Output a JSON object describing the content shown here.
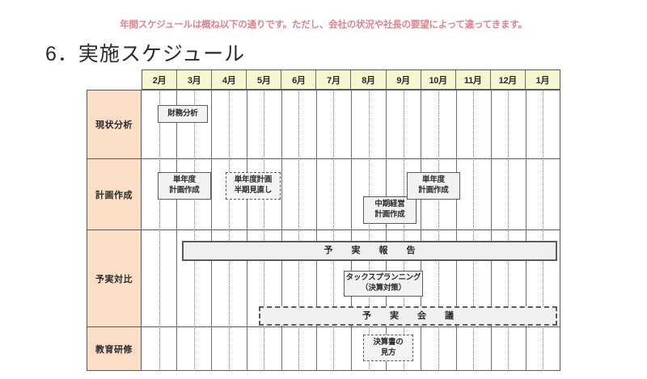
{
  "subtitle": "年間スケジュールは概ね以下の通りです。ただし、会社の状況や社長の要望によって違ってきます。",
  "title": "6．実施スケジュール",
  "months": [
    "2月",
    "3月",
    "4月",
    "5月",
    "6月",
    "7月",
    "8月",
    "9月",
    "10月",
    "11月",
    "12月",
    "1月"
  ],
  "rows": [
    {
      "label": "現状分析"
    },
    {
      "label": "計画作成"
    },
    {
      "label": "予実対比"
    },
    {
      "label": "教育研修"
    }
  ],
  "tasks": [
    {
      "id": "zaimu-bunseki",
      "line1": "財務分析",
      "line2": "",
      "style": "solid"
    },
    {
      "id": "tannendo-keikaku",
      "line1": "単年度",
      "line2": "計画作成",
      "style": "solid"
    },
    {
      "id": "hanki-minaoshi",
      "line1": "単年度計画",
      "line2": "半期見直し",
      "style": "dashed"
    },
    {
      "id": "chuki-keiei",
      "line1": "中期経営",
      "line2": "計画作成",
      "style": "solid"
    },
    {
      "id": "tannendo-aki",
      "line1": "単年度",
      "line2": "計画作成",
      "style": "solid"
    },
    {
      "id": "yojitsu-hokoku",
      "line1": "予　実　報　告",
      "line2": "",
      "style": "solid-bar"
    },
    {
      "id": "tax-planning",
      "line1": "タックスプランニング",
      "line2": "（決算対策）",
      "style": "solid"
    },
    {
      "id": "yojitsu-kaigi",
      "line1": "予　実　会　議",
      "line2": "",
      "style": "dashed-bar"
    },
    {
      "id": "kessansho-mikata",
      "line1": "決算書の",
      "line2": "見方",
      "style": "dashed"
    }
  ],
  "colors": {
    "subtitle": "#e0828c",
    "month_header_bg": "#f7f7cf",
    "row_label_bg": "#fadfc6",
    "task_bg": "#f2f2f2",
    "border": "#5a5a5a"
  }
}
